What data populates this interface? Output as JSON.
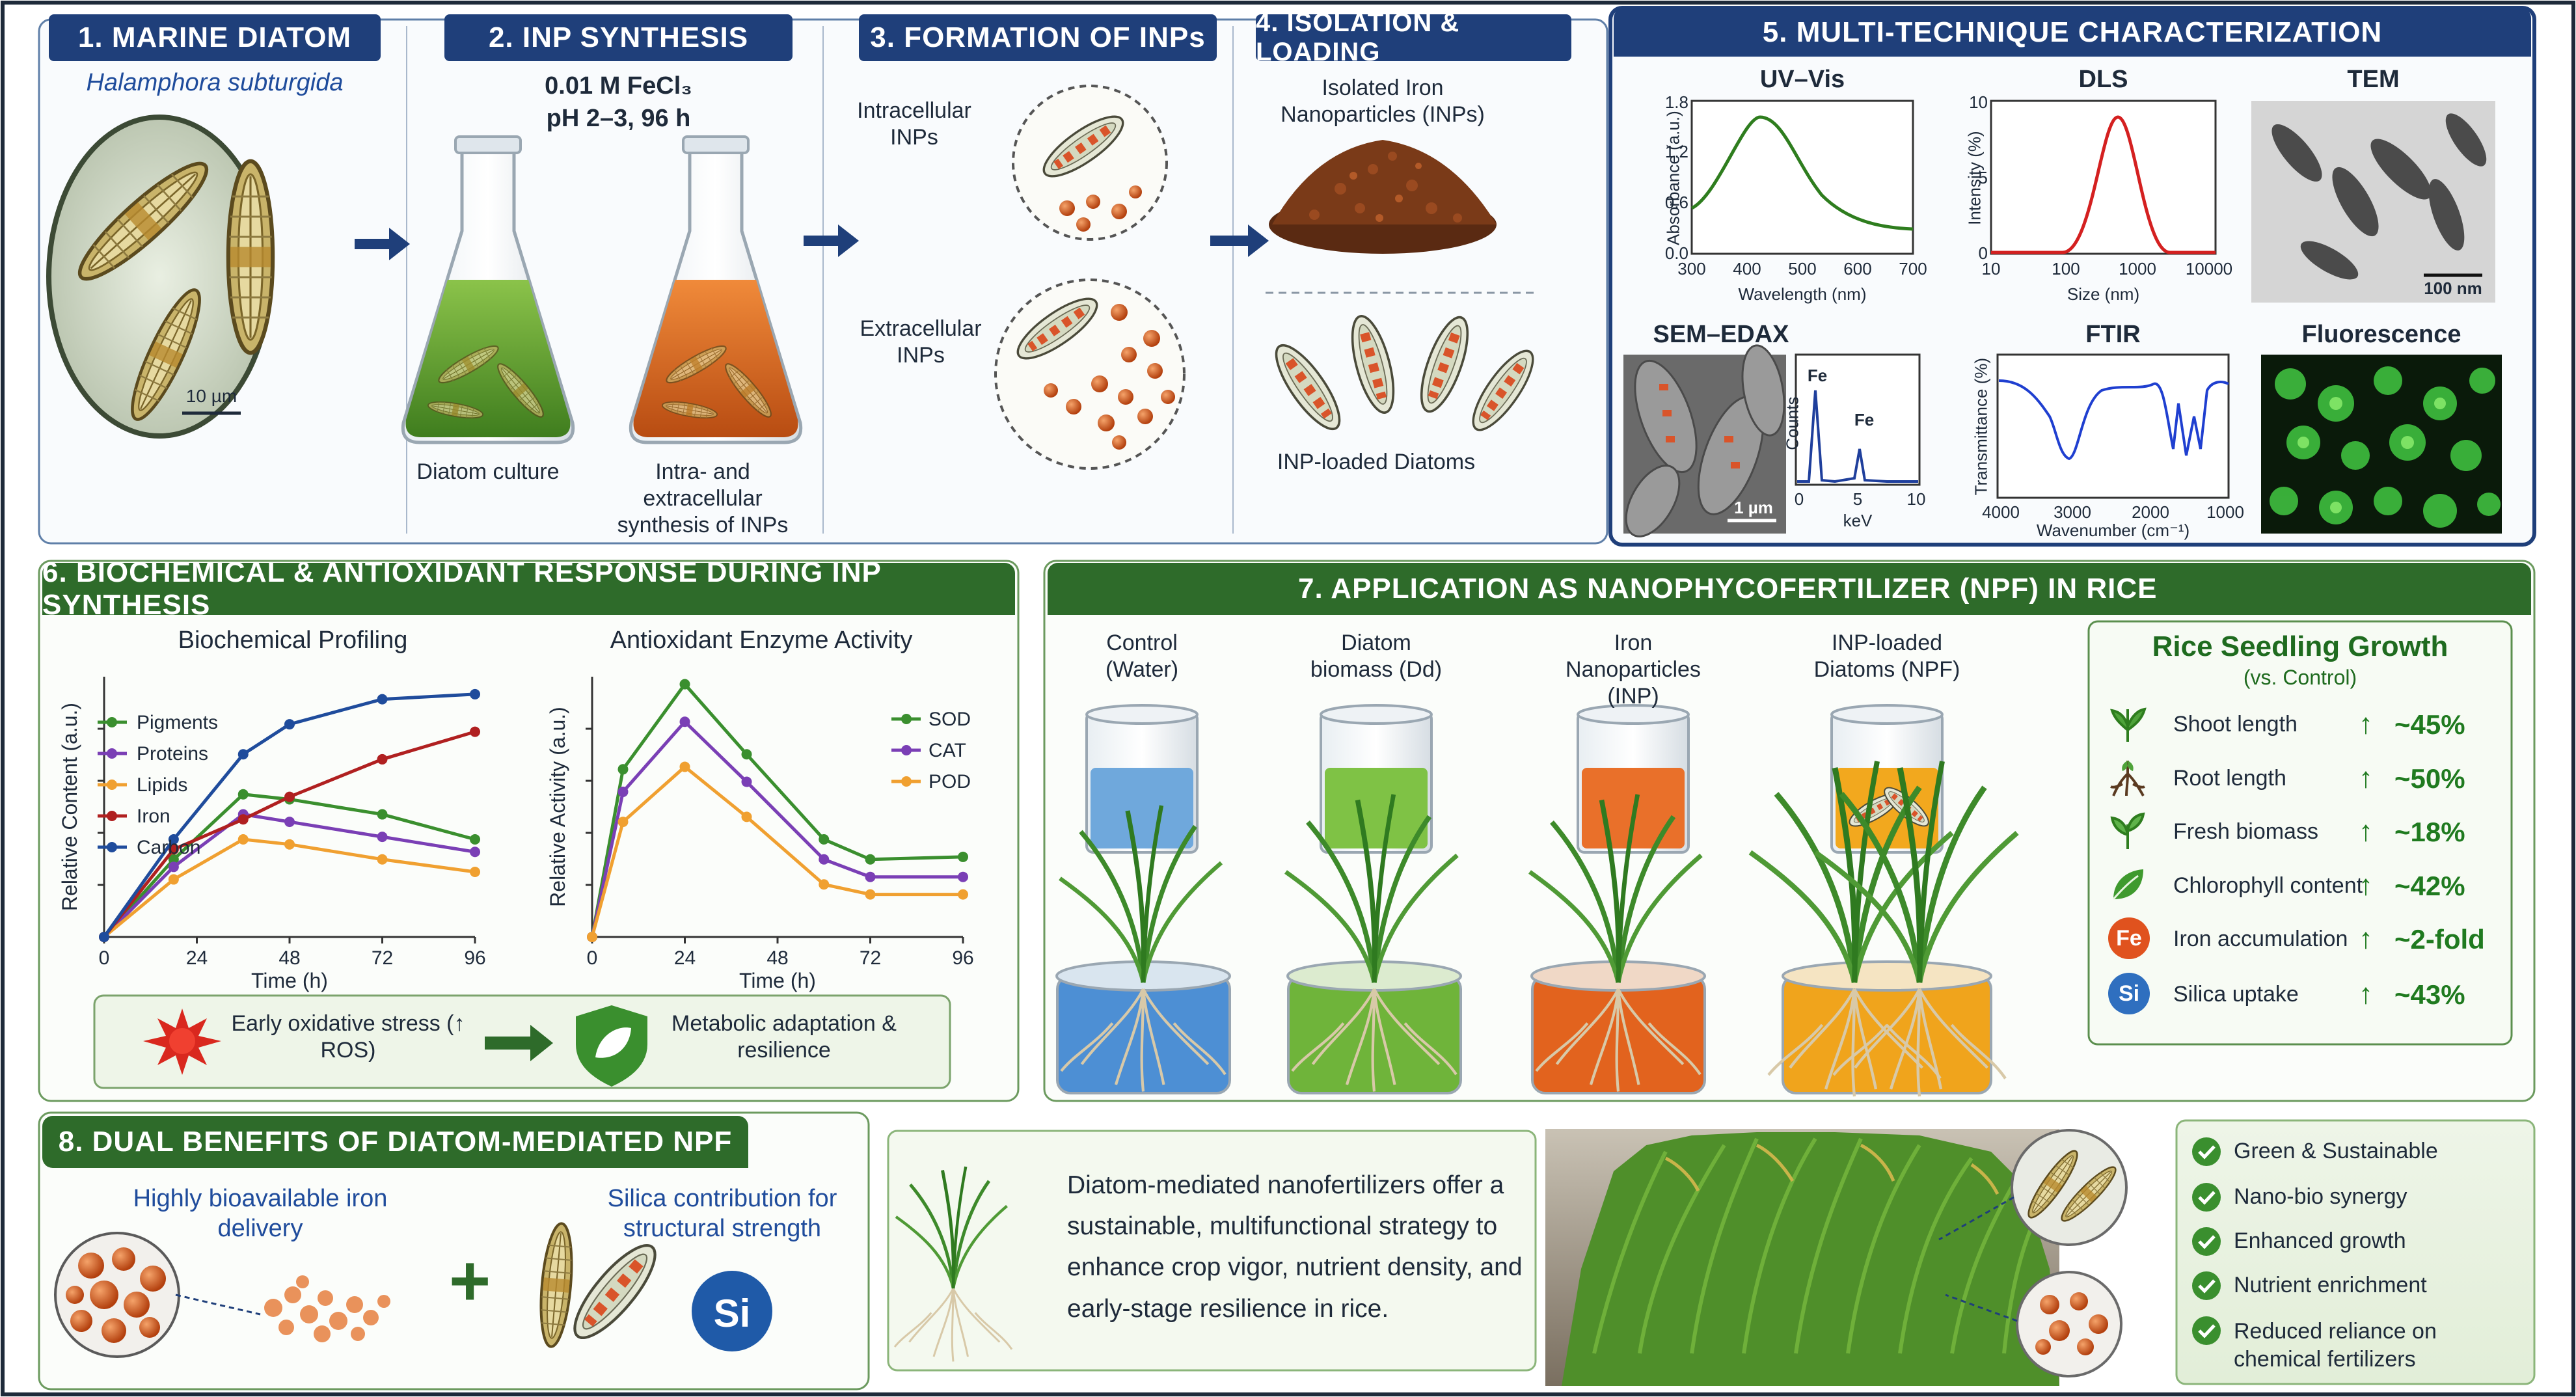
{
  "colors": {
    "navy": "#1f3f7a",
    "green": "#2e6b2a",
    "accent_green": "#1f7a1f"
  },
  "panel1": {
    "title": "1. MARINE DIATOM",
    "species": "Halamphora subturgida",
    "scale": "10 µm"
  },
  "panel2": {
    "title": "2. INP SYNTHESIS",
    "conditions_line1": "0.01 M FeCl₃",
    "conditions_line2": "pH 2–3, 96 h",
    "left_label": "Diatom culture",
    "right_label": "Intra- and extracellular synthesis of INPs"
  },
  "panel3": {
    "title": "3. FORMATION OF INPs",
    "intracellular": "Intracellular INPs",
    "extracellular": "Extracellular INPs"
  },
  "panel4": {
    "title": "4. ISOLATION & LOADING",
    "isolated": "Isolated Iron Nanoparticles (INPs)",
    "loaded": "INP-loaded Diatoms"
  },
  "panel5": {
    "title": "5. MULTI-TECHNIQUE CHARACTERIZATION",
    "uvvis": {
      "title": "UV–Vis",
      "xlabel": "Wavelength (nm)",
      "ylabel": "Absorbance (a.u.)",
      "xticks": [
        "300",
        "400",
        "500",
        "600",
        "700"
      ],
      "yticks": [
        "1.8",
        "1.2",
        "0.6",
        "0.0"
      ]
    },
    "dls": {
      "title": "DLS",
      "xlabel": "Size (nm)",
      "ylabel": "Intensity (%)",
      "xticks": [
        "10",
        "100",
        "1000",
        "10000"
      ],
      "yticks": [
        "10",
        "5",
        "0"
      ]
    },
    "tem": {
      "title": "TEM",
      "scale": "100 nm"
    },
    "sem": {
      "title": "SEM–EDAX",
      "scale": "1 µm",
      "peak1": "Fe",
      "peak2": "Fe",
      "xlabel": "keV",
      "ylabel": "Counts",
      "xticks": [
        "0",
        "5",
        "10"
      ]
    },
    "ftir": {
      "title": "FTIR",
      "xlabel": "Wavenumber (cm⁻¹)",
      "ylabel": "Transmittance (%)",
      "xticks": [
        "4000",
        "3000",
        "2000",
        "1000"
      ]
    },
    "fluor": {
      "title": "Fluorescence"
    }
  },
  "panel6": {
    "title": "6. BIOCHEMICAL & ANTIOXIDANT RESPONSE DURING INP SYNTHESIS",
    "chart_data": [
      {
        "type": "line",
        "title": "Biochemical Profiling",
        "xlabel": "Time (h)",
        "ylabel": "Relative Content (a.u.)",
        "x": [
          0,
          18,
          36,
          48,
          72,
          96
        ],
        "xticks": [
          "0",
          "24",
          "48",
          "72",
          "96"
        ],
        "series": [
          {
            "name": "Pigments",
            "color": "#3a8f2e",
            "values": [
              0,
              1.55,
              2.85,
              2.75,
              2.45,
              1.95
            ]
          },
          {
            "name": "Proteins",
            "color": "#7a3fb5",
            "values": [
              0,
              1.4,
              2.45,
              2.3,
              2.0,
              1.7
            ]
          },
          {
            "name": "Lipids",
            "color": "#f0a030",
            "values": [
              0,
              1.15,
              1.95,
              1.85,
              1.55,
              1.3
            ]
          },
          {
            "name": "Iron",
            "color": "#b02020",
            "values": [
              0,
              1.75,
              2.35,
              2.8,
              3.55,
              4.1
            ]
          },
          {
            "name": "Carbon",
            "color": "#1f4c9c",
            "values": [
              0,
              1.95,
              3.65,
              4.25,
              4.75,
              4.85
            ]
          }
        ]
      },
      {
        "type": "line",
        "title": "Antioxidant Enzyme Activity",
        "xlabel": "Time (h)",
        "ylabel": "Relative Activity (a.u.)",
        "x": [
          0,
          8,
          24,
          40,
          60,
          72,
          96
        ],
        "xticks": [
          "0",
          "24",
          "48",
          "72",
          "96"
        ],
        "series": [
          {
            "name": "SOD",
            "color": "#3a8f2e",
            "values": [
              0,
              3.35,
              5.05,
              3.65,
              1.95,
              1.55,
              1.6
            ]
          },
          {
            "name": "CAT",
            "color": "#7a3fb5",
            "values": [
              0,
              2.9,
              4.3,
              3.1,
              1.55,
              1.2,
              1.2
            ]
          },
          {
            "name": "POD",
            "color": "#f0a030",
            "values": [
              0,
              2.3,
              3.4,
              2.4,
              1.05,
              0.85,
              0.85
            ]
          }
        ]
      }
    ],
    "stress": "Early oxidative stress (↑ ROS)",
    "adapt": "Metabolic adaptation & resilience"
  },
  "panel7": {
    "title": "7. APPLICATION AS NANOPHYCOFERTILIZER (NPF) IN RICE",
    "treatments": [
      {
        "label": "Control (Water)",
        "color": "#5b9bd5"
      },
      {
        "label": "Diatom biomass (Dd)",
        "color": "#79c04a"
      },
      {
        "label": "Iron Nanoparticles (INP)",
        "color": "#e8702a"
      },
      {
        "label": "INP-loaded Diatoms (NPF)",
        "color": "#f2a81e"
      }
    ],
    "growth": {
      "title": "Rice Seedling Growth",
      "subtitle": "(vs. Control)",
      "rows": [
        {
          "icon": "leaf-icon",
          "label": "Shoot length",
          "arrow": "↑",
          "value": "~45%"
        },
        {
          "icon": "root-icon",
          "label": "Root length",
          "arrow": "↑",
          "value": "~50%"
        },
        {
          "icon": "sprout-icon",
          "label": "Fresh biomass",
          "arrow": "↑",
          "value": "~18%"
        },
        {
          "icon": "chlorophyll-icon",
          "label": "Chlorophyll content",
          "arrow": "↑",
          "value": "~42%"
        },
        {
          "icon": "fe-badge-icon",
          "badge": "Fe",
          "label": "Iron accumulation",
          "arrow": "↑",
          "value": "~2-fold"
        },
        {
          "icon": "si-badge-icon",
          "badge": "Si",
          "label": "Silica uptake",
          "arrow": "↑",
          "value": "~43%"
        }
      ]
    }
  },
  "panel8": {
    "title": "8. DUAL BENEFITS OF DIATOM-MEDIATED NPF",
    "iron": "Highly bioavailable iron delivery",
    "silica": "Silica contribution for structural strength",
    "plus": "+",
    "si_badge": "Si",
    "summary": "Diatom-mediated nanofertilizers offer a sustainable, multifunctional strategy to enhance crop vigor, nutrient density, and early-stage resilience in rice.",
    "benefits": [
      "Green & Sustainable",
      "Nano-bio synergy",
      "Enhanced growth",
      "Nutrient enrichment",
      "Reduced reliance on chemical fertilizers"
    ]
  }
}
